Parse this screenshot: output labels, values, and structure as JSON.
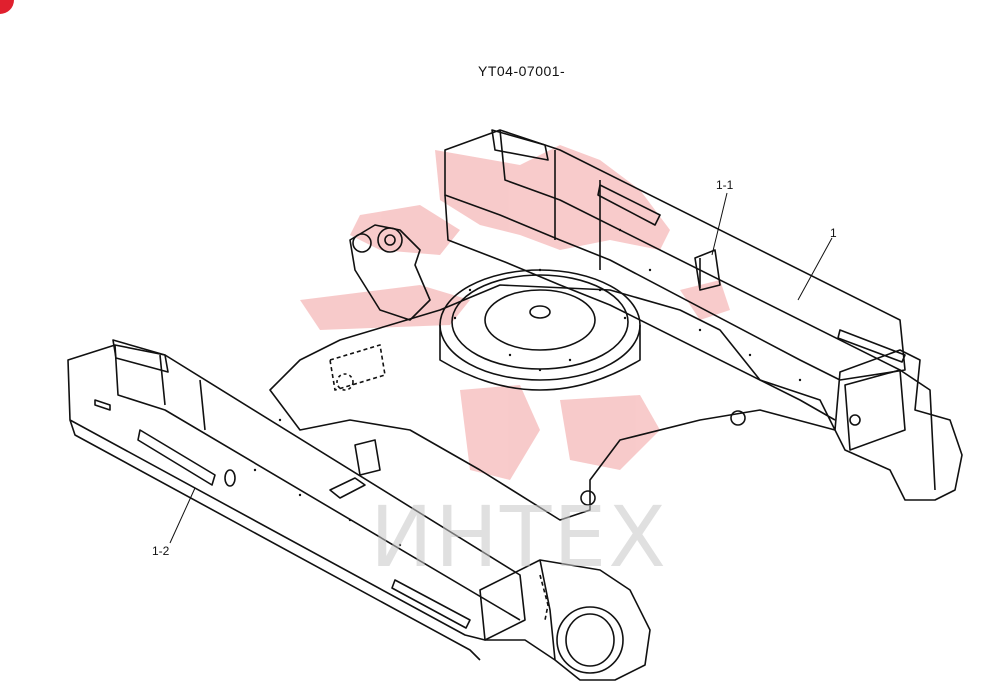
{
  "drawing": {
    "code": "YT04-07001-",
    "callouts": {
      "main": "1",
      "sub_1": "1-1",
      "sub_2": "1-2"
    }
  },
  "watermark": {
    "text": "ИНТЕХ",
    "color": "#e23a3a"
  },
  "colors": {
    "line": "#111111",
    "watermark_logo": "#f2a0a0",
    "watermark_text": "#c8c8c8",
    "corner_badge": "#e0202e"
  }
}
